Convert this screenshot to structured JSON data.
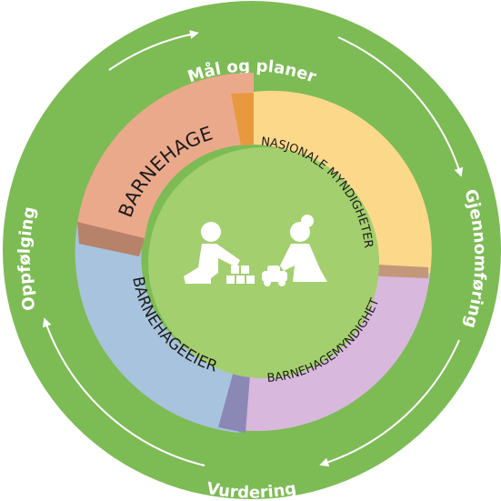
{
  "outer_cycle": {
    "top": "Mål og planer",
    "right": "Gjennomføring",
    "bottom": "Vurdering",
    "left": "Oppfølging"
  },
  "sectors": {
    "barnehage": "BARNEHAGE",
    "nasjonale": "NASJONALE MYNDIGHETER",
    "barnehagemyndighet": "BARNEHAGEMYNDIGHET",
    "barnehageeier": "BARNEHAGEEIER"
  },
  "center_icon": "children-playing-icon",
  "colors": {
    "outer_green": "#7dbb55",
    "inner_green": "#a3cf6e",
    "barnehage": "#eba98c",
    "nasjonale": "#fbd88a",
    "barnehagemyndighet": "#d8b8dc",
    "barnehageeier": "#a8c3dd",
    "accent_orange": "#e8993e",
    "accent_brown": "#b7826a",
    "accent_tan": "#c3977a",
    "accent_indigo": "#8b88b5"
  }
}
